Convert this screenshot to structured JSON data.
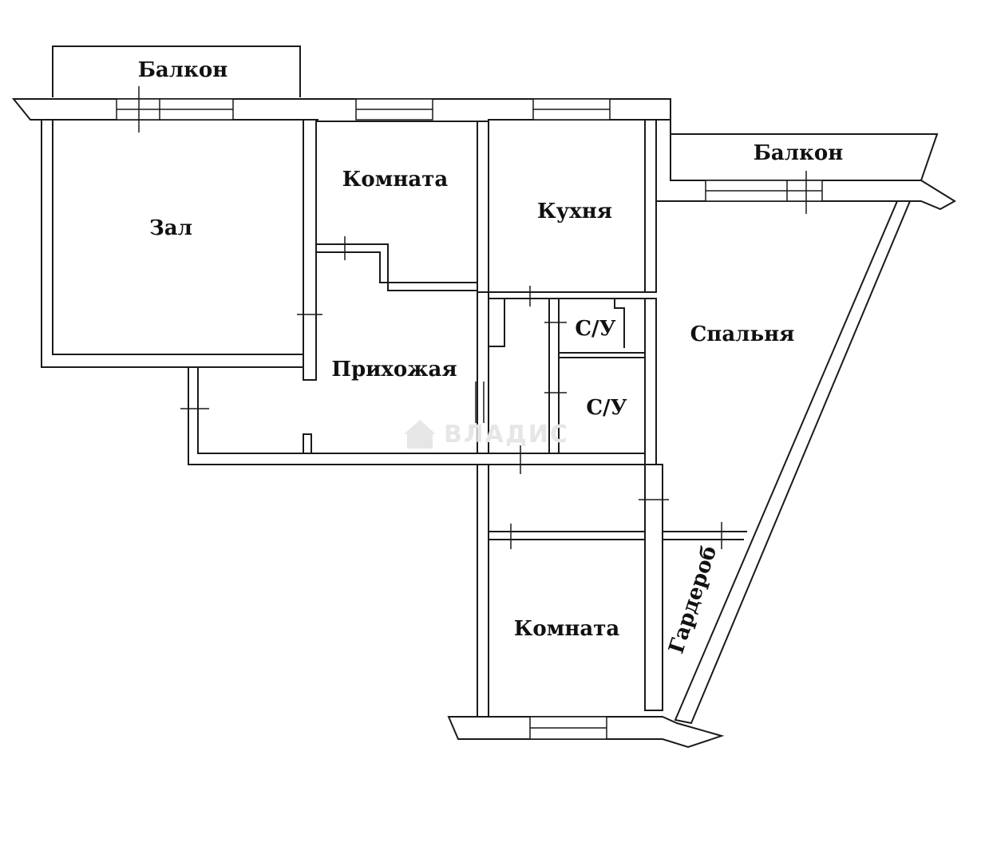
{
  "plan": {
    "rooms": {
      "balcony_top_left": "Балкон",
      "balcony_top_right": "Балкон",
      "hall": "Зал",
      "room_top": "Комната",
      "kitchen": "Кухня",
      "hallway": "Прихожая",
      "bathroom_1": "С/У",
      "bathroom_2": "С/У",
      "bedroom": "Спальня",
      "wardrobe": "Гардероб",
      "room_bottom": "Комната"
    },
    "watermark": "ВЛАДИС"
  }
}
